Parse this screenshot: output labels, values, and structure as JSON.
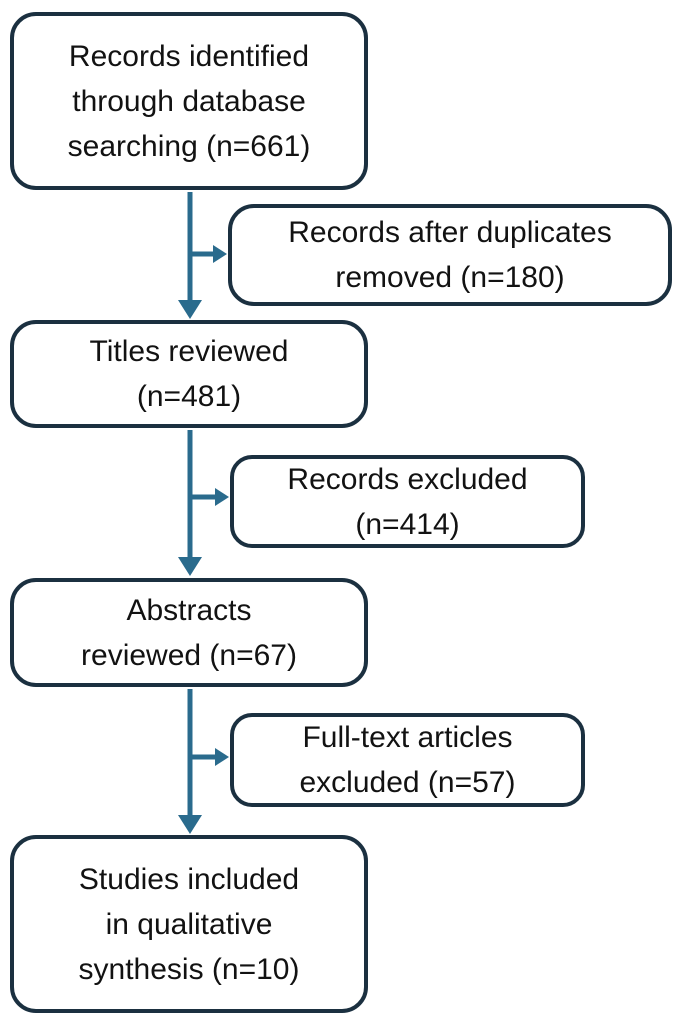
{
  "diagram": {
    "type": "flowchart",
    "subject": "study-selection-flow",
    "colors": {
      "background": "#ffffff",
      "box_border": "#1b3040",
      "box_fill": "#ffffff",
      "arrow": "#2a6b8d",
      "text": "#121212"
    },
    "boxes": [
      {
        "id": "records-identified",
        "n": 661,
        "lines": [
          "Records identified",
          "through database",
          "searching (n=661)"
        ]
      },
      {
        "id": "duplicates-removed",
        "n": 180,
        "lines": [
          "Records after duplicates",
          "removed (n=180)"
        ]
      },
      {
        "id": "titles-reviewed",
        "n": 481,
        "lines": [
          "Titles reviewed",
          "(n=481)"
        ]
      },
      {
        "id": "records-excluded",
        "n": 414,
        "lines": [
          "Records excluded",
          "(n=414)"
        ]
      },
      {
        "id": "abstracts-reviewed",
        "n": 67,
        "lines": [
          "Abstracts",
          "reviewed (n=67)"
        ]
      },
      {
        "id": "fulltext-excluded",
        "n": 57,
        "lines": [
          "Full-text articles",
          "excluded (n=57)"
        ]
      },
      {
        "id": "studies-included",
        "n": 10,
        "lines": [
          "Studies included",
          "in qualitative",
          "synthesis (n=10)"
        ]
      }
    ],
    "edges": [
      {
        "from": "records-identified",
        "to": "duplicates-removed",
        "style": "branch-right-arrow"
      },
      {
        "from": "records-identified",
        "to": "titles-reviewed",
        "style": "down-arrow"
      },
      {
        "from": "titles-reviewed",
        "to": "records-excluded",
        "style": "branch-right-arrow"
      },
      {
        "from": "titles-reviewed",
        "to": "abstracts-reviewed",
        "style": "down-arrow"
      },
      {
        "from": "abstracts-reviewed",
        "to": "fulltext-excluded",
        "style": "branch-right-arrow"
      },
      {
        "from": "abstracts-reviewed",
        "to": "studies-included",
        "style": "down-arrow"
      }
    ]
  }
}
